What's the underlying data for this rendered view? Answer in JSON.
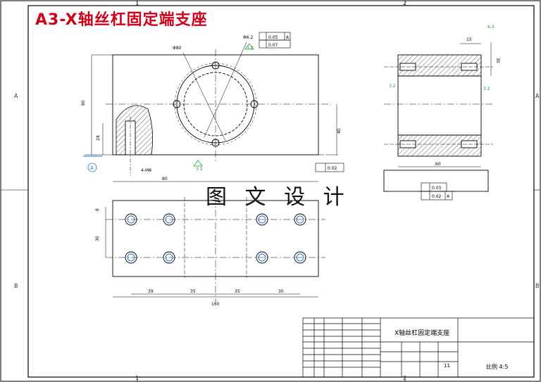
{
  "drawing": {
    "title": "A3-X轴丝杠固定端支座",
    "watermark": "图 文 设 计",
    "frame_labels": {
      "top": [
        "1",
        "2"
      ],
      "bottom": [
        "1",
        "2"
      ],
      "left": [
        "A",
        "B"
      ],
      "right": [
        "A",
        "B"
      ]
    },
    "title_block": {
      "part_name": "X轴丝杠固定端支座",
      "scale_label": "比例 4:5",
      "sheet": "11"
    },
    "dimensions": {
      "front": [
        "Φ80",
        "Φ6.2",
        "0.05",
        "0.07",
        "3.2",
        "80",
        "24",
        "4-M8",
        "80",
        "40",
        "3.2",
        "0.02",
        "A"
      ],
      "side": [
        "15",
        "30",
        "3.2",
        "60",
        "6.3",
        "3.2"
      ],
      "top": [
        "8",
        "30",
        "39",
        "35",
        "35",
        "30",
        "160"
      ],
      "tolerance_side": [
        "0.03",
        "0.02",
        "A"
      ]
    }
  }
}
